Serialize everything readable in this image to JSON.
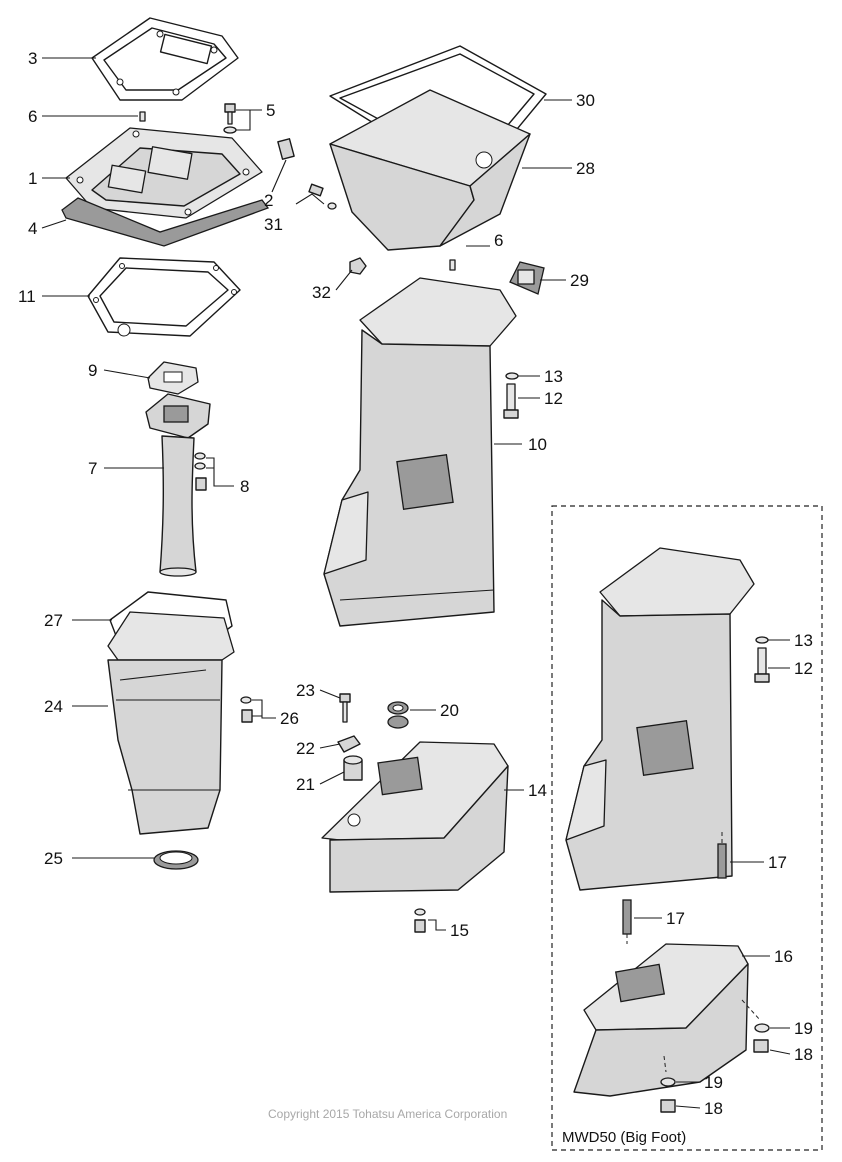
{
  "parts": {
    "p1": "1",
    "p2": "2",
    "p3": "3",
    "p4": "4",
    "p5": "5",
    "p6a": "6",
    "p6b": "6",
    "p7": "7",
    "p8": "8",
    "p9": "9",
    "p10": "10",
    "p11": "11",
    "p12a": "12",
    "p12b": "12",
    "p13a": "13",
    "p13b": "13",
    "p14": "14",
    "p15": "15",
    "p16": "16",
    "p17a": "17",
    "p17b": "17",
    "p18a": "18",
    "p18b": "18",
    "p19a": "19",
    "p19b": "19",
    "p20": "20",
    "p21": "21",
    "p22": "22",
    "p23": "23",
    "p24": "24",
    "p25": "25",
    "p26": "26",
    "p27": "27",
    "p28": "28",
    "p29": "29",
    "p30": "30",
    "p31": "31",
    "p32": "32"
  },
  "variant": {
    "label": "MWD50 (Big Foot)"
  },
  "copyright": "Copyright 2015 Tohatsu America Corporation"
}
